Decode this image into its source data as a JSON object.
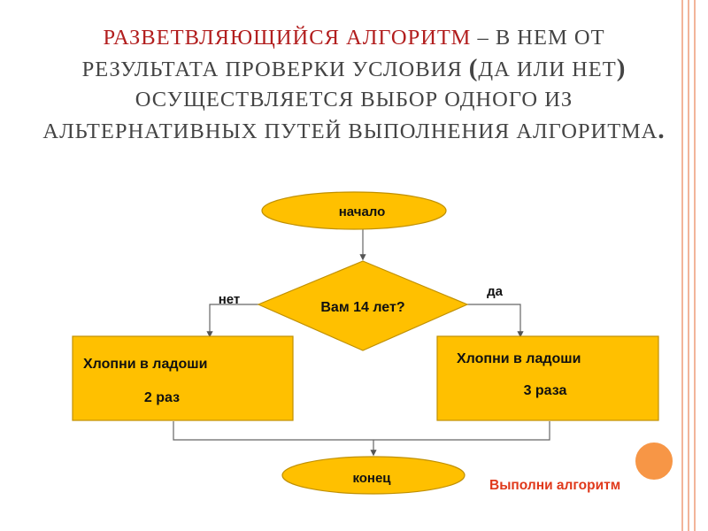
{
  "title": {
    "accent": "разветвляющийся алгоритм",
    "dash": " – ",
    "part1": "в нем от результата проверки условия ",
    "open_paren": "(",
    "part2": "да или нет",
    "close_paren": ")",
    "part3": " осуществляется выбор одного  из альтернативных  путей выполнения алгоритма",
    "period": "."
  },
  "flowchart": {
    "start": "начало",
    "condition": "Вам 14 лет?",
    "no_label": "нет",
    "yes_label": "да",
    "left_line1": "Хлопни в ладоши",
    "left_line2": "2 раз",
    "right_line1": "Хлопни в ладоши",
    "right_line2": "3 раза",
    "end": "конец"
  },
  "cta": "Выполни алгоритм",
  "colors": {
    "shape_fill": "#ffc000",
    "shape_stroke": "#c09000",
    "accent_title": "#b21e1e",
    "cta": "#e0391b",
    "orange_dot": "#f79646",
    "side_rule": "#f2b49a"
  }
}
